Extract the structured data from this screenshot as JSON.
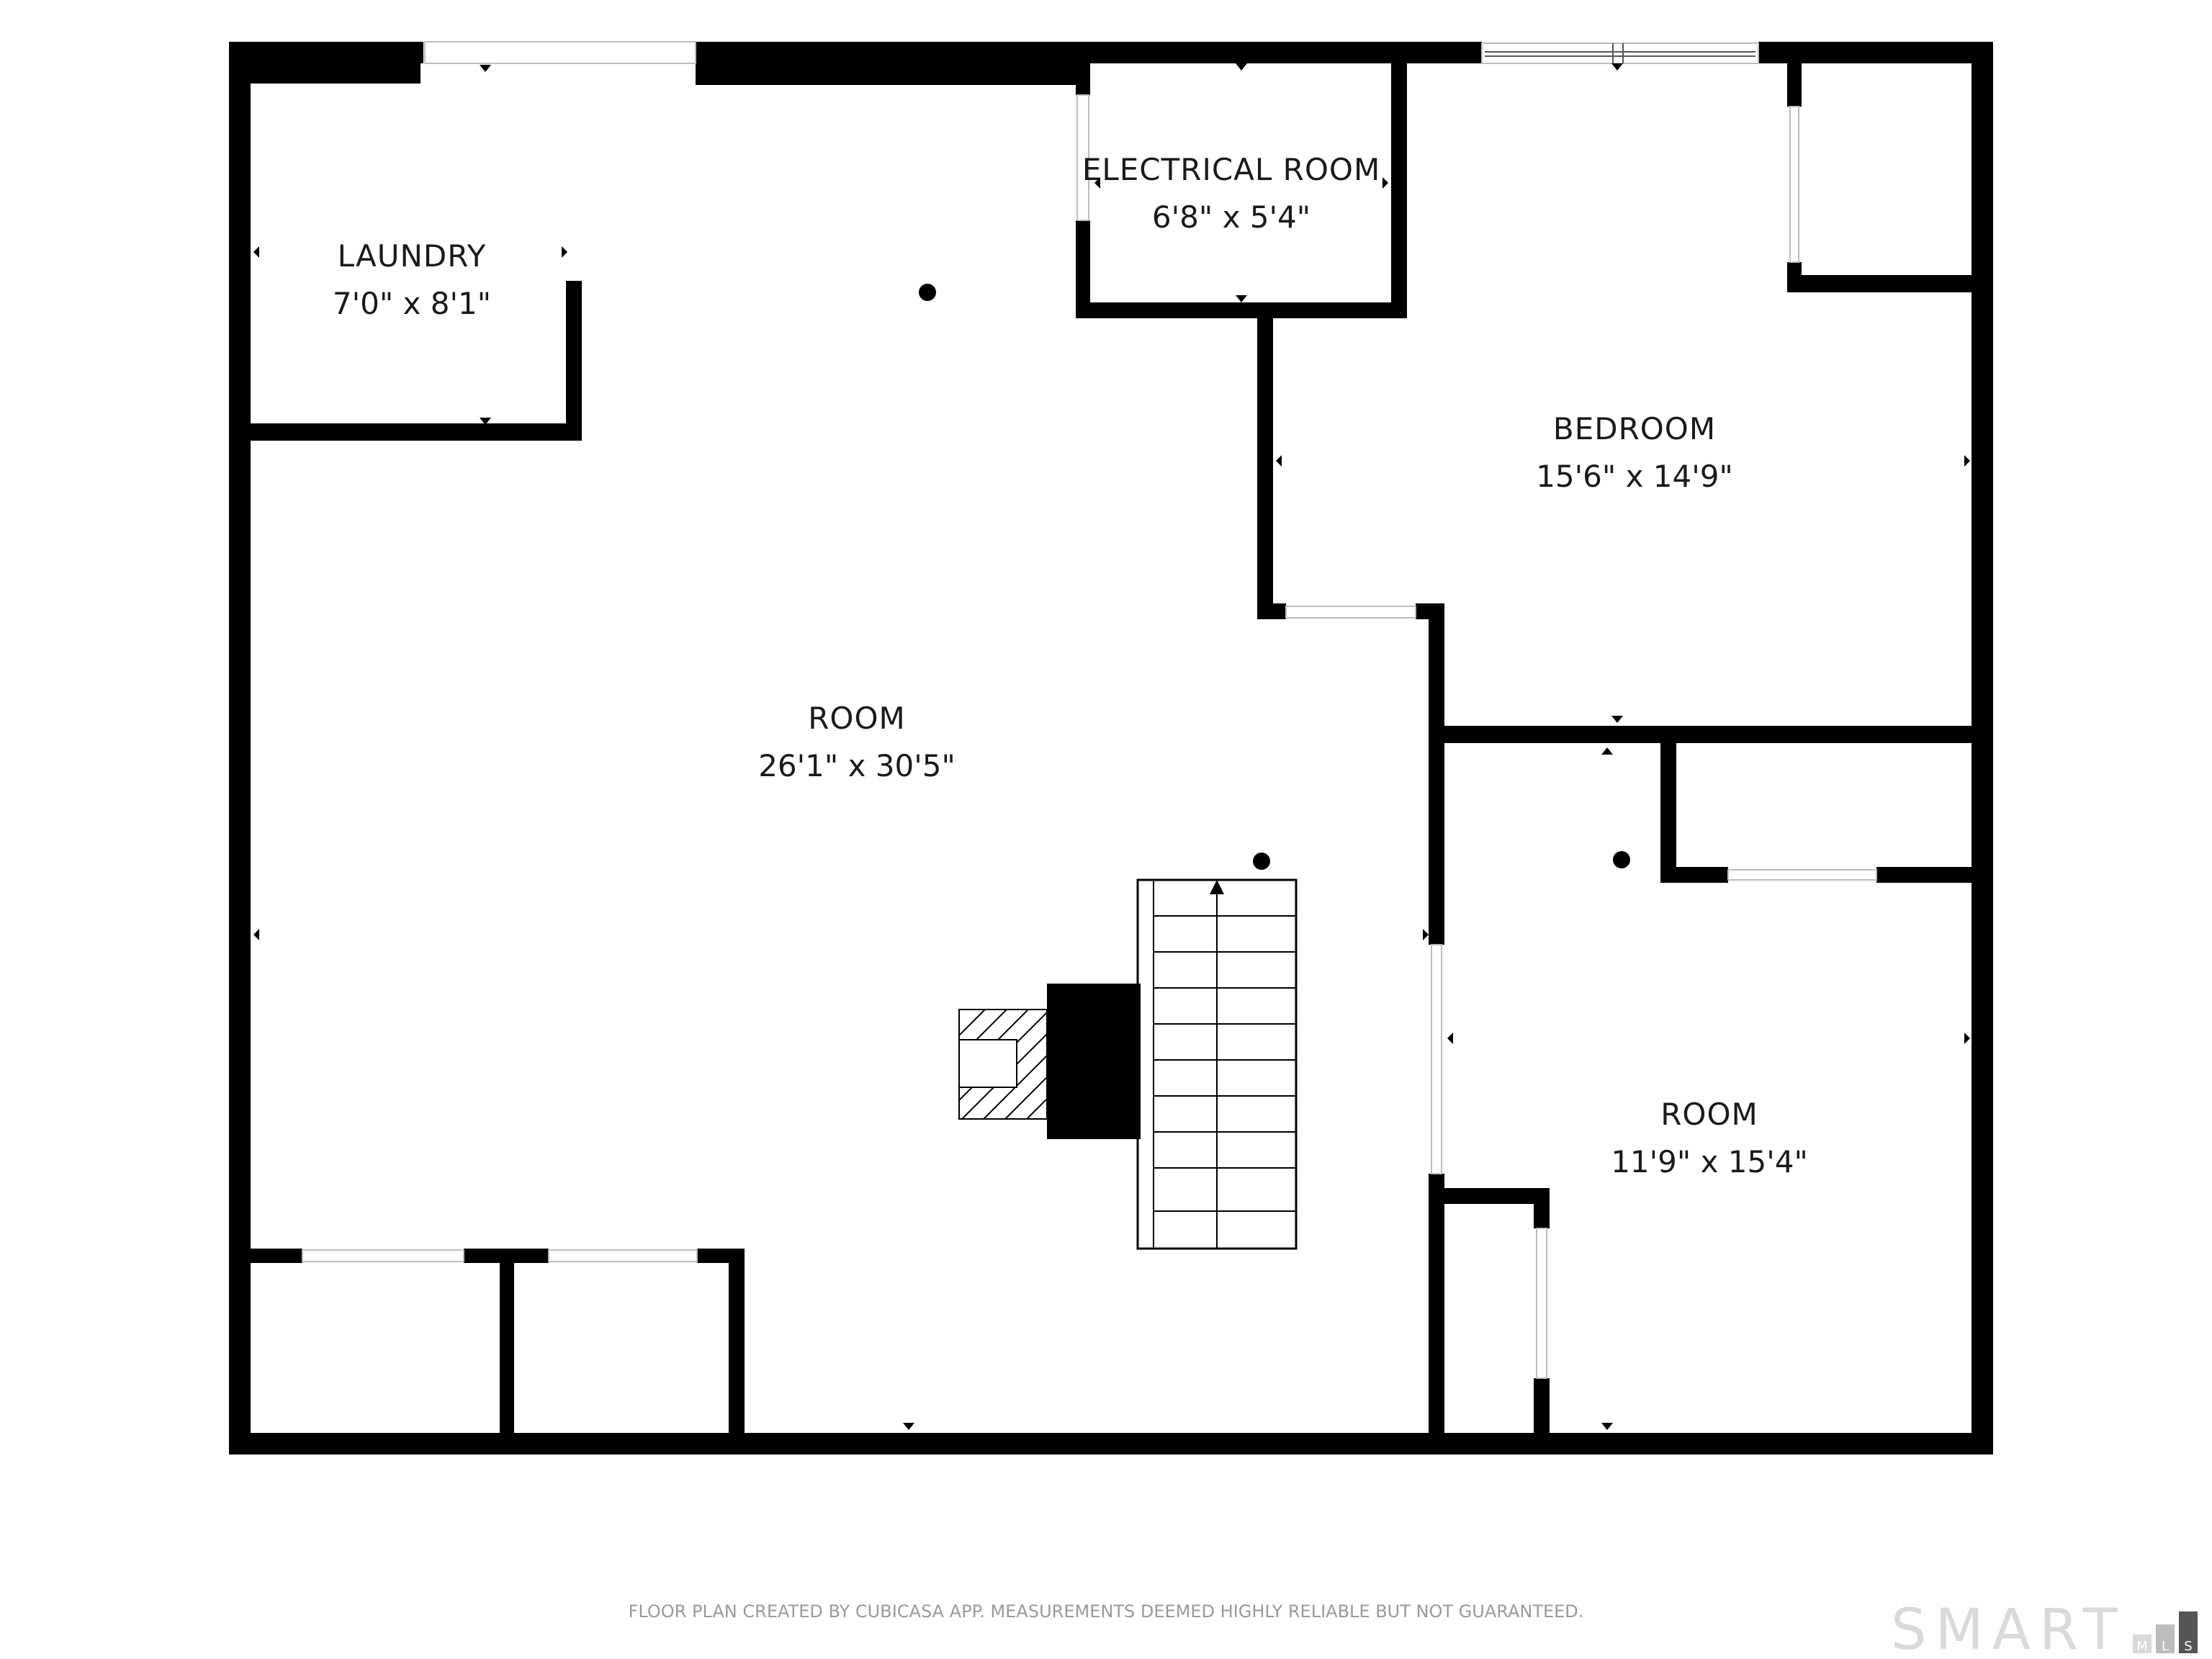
{
  "rooms": [
    {
      "id": "laundry",
      "name": "LAUNDRY",
      "dims": "7'0\" x 8'1\""
    },
    {
      "id": "electrical",
      "name": "ELECTRICAL ROOM",
      "dims": "6'8\" x 5'4\""
    },
    {
      "id": "bedroom",
      "name": "BEDROOM",
      "dims": "15'6\" x 14'9\""
    },
    {
      "id": "main-room",
      "name": "ROOM",
      "dims": "26'1\" x 30'5\""
    },
    {
      "id": "side-room",
      "name": "ROOM",
      "dims": "11'9\" x 15'4\""
    }
  ],
  "footer": {
    "disclaimer": "FLOOR PLAN CREATED BY CUBICASA APP. MEASUREMENTS DEEMED HIGHLY RELIABLE BUT NOT GUARANTEED.",
    "brand": "SMART",
    "brand_sub": [
      "M",
      "L",
      "S"
    ]
  },
  "colors": {
    "wall": "#000000",
    "background": "#ffffff",
    "footer_text": "#9a9a9a",
    "brand": "#dadada"
  }
}
